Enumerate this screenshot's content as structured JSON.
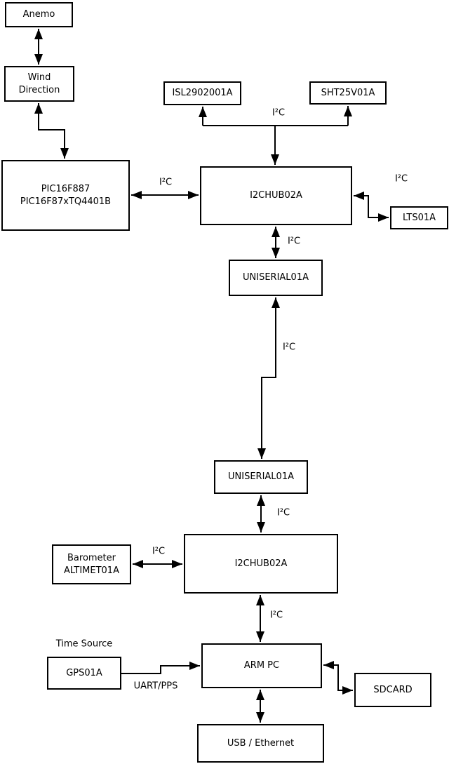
{
  "diagram": {
    "nodes": {
      "anemo": "Anemo",
      "wind_direction": "Wind\nDirection",
      "pic": "PIC16F887\nPIC16F87xTQ4401B",
      "isl": "ISL2902001A",
      "sht": "SHT25V01A",
      "i2c_hub_top": "I2CHUB02A",
      "lts": "LTS01A",
      "uniserial_top": "UNISERIAL01A",
      "uniserial_bottom": "UNISERIAL01A",
      "i2c_hub_bottom": "I2CHUB02A",
      "barometer": "Barometer\nALTIMET01A",
      "arm_pc": "ARM PC",
      "gps": "GPS01A",
      "sdcard": "SDCARD",
      "usb_ethernet": "USB / Ethernet"
    },
    "labels": {
      "i2c": "I²C",
      "uart_pps": "UART/PPS",
      "time_source": "Time Source"
    },
    "colors": {
      "line": "#000000",
      "box_border": "#000000",
      "box_fill": "#ffffff",
      "background": "#ffffff",
      "text": "#000000"
    }
  }
}
